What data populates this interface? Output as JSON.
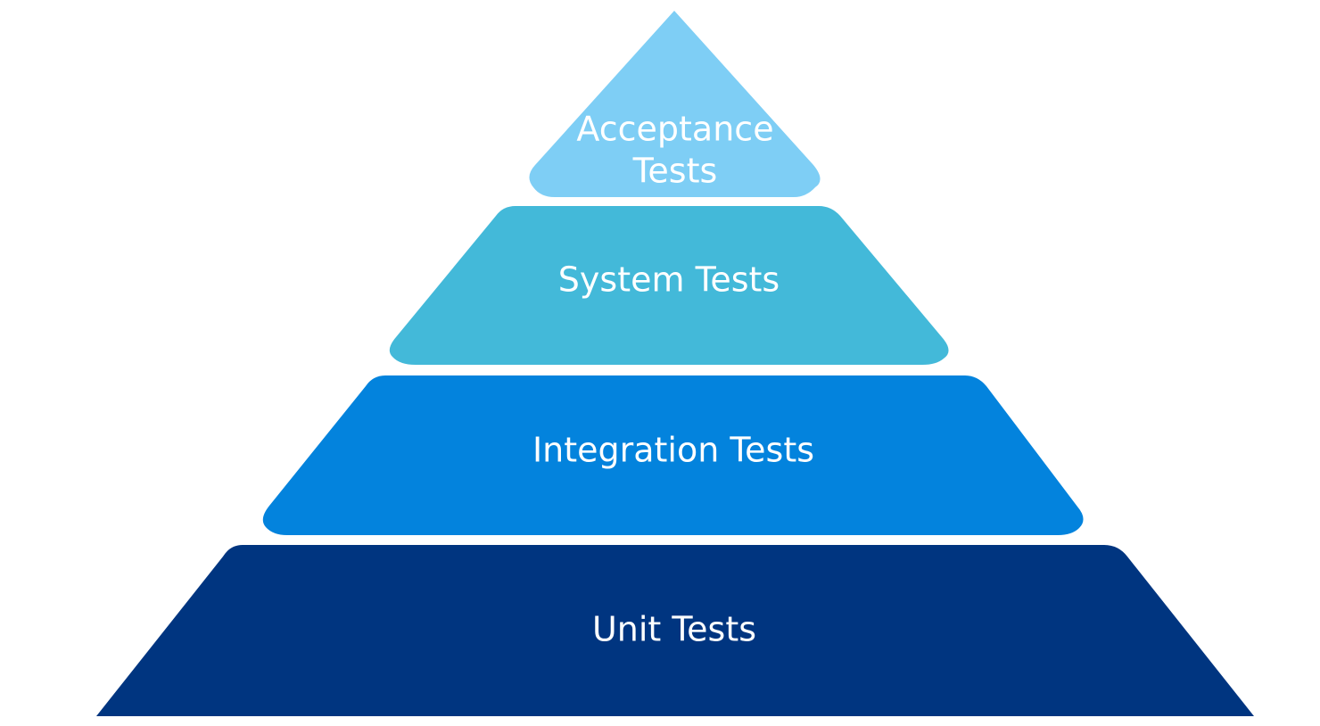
{
  "pyramid": {
    "tiers": [
      {
        "label_lines": [
          "Acceptance",
          "Tests"
        ],
        "color": "#7ecef5"
      },
      {
        "label_lines": [
          "System Tests"
        ],
        "color": "#43b9d9"
      },
      {
        "label_lines": [
          "Integration Tests"
        ],
        "color": "#0383dd"
      },
      {
        "label_lines": [
          "Unit Tests"
        ],
        "color": "#003580"
      }
    ]
  }
}
